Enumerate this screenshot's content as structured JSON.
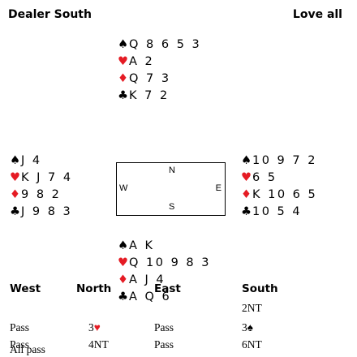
{
  "header": {
    "dealer": "Dealer South",
    "vulnerability": "Love all"
  },
  "suit_symbols": {
    "spades": "♠",
    "hearts": "♥",
    "diamonds": "♦",
    "clubs": "♣"
  },
  "colors": {
    "red_suit": "#e51b24",
    "black_suit": "#000000"
  },
  "hands": {
    "north": {
      "spades": "Q 8 6 5 3",
      "hearts": "A 2",
      "diamonds": "Q 7 3",
      "clubs": "K 7 2"
    },
    "west": {
      "spades": "J 4",
      "hearts": "K J 7 4",
      "diamonds": "9 8 2",
      "clubs": "J 9 8 3"
    },
    "east": {
      "spades": "10 9 7 2",
      "hearts": "6 5",
      "diamonds": "K 10 6 5",
      "clubs": "10 5 4"
    },
    "south": {
      "spades": "A K",
      "hearts": "Q 10 9 8 3",
      "diamonds": "A J 4",
      "clubs": "A Q 6"
    }
  },
  "compass": {
    "n": "N",
    "w": "W",
    "e": "E",
    "s": "S"
  },
  "bidding": {
    "headers": [
      "West",
      "North",
      "East",
      "South"
    ],
    "rows": [
      [
        "",
        "",
        "",
        "2NT"
      ],
      [
        "Pass",
        "3♥",
        "Pass",
        "3♠"
      ],
      [
        "Pass",
        "4NT",
        "Pass",
        "6NT"
      ],
      [
        "All pass",
        "",
        "",
        ""
      ]
    ]
  }
}
